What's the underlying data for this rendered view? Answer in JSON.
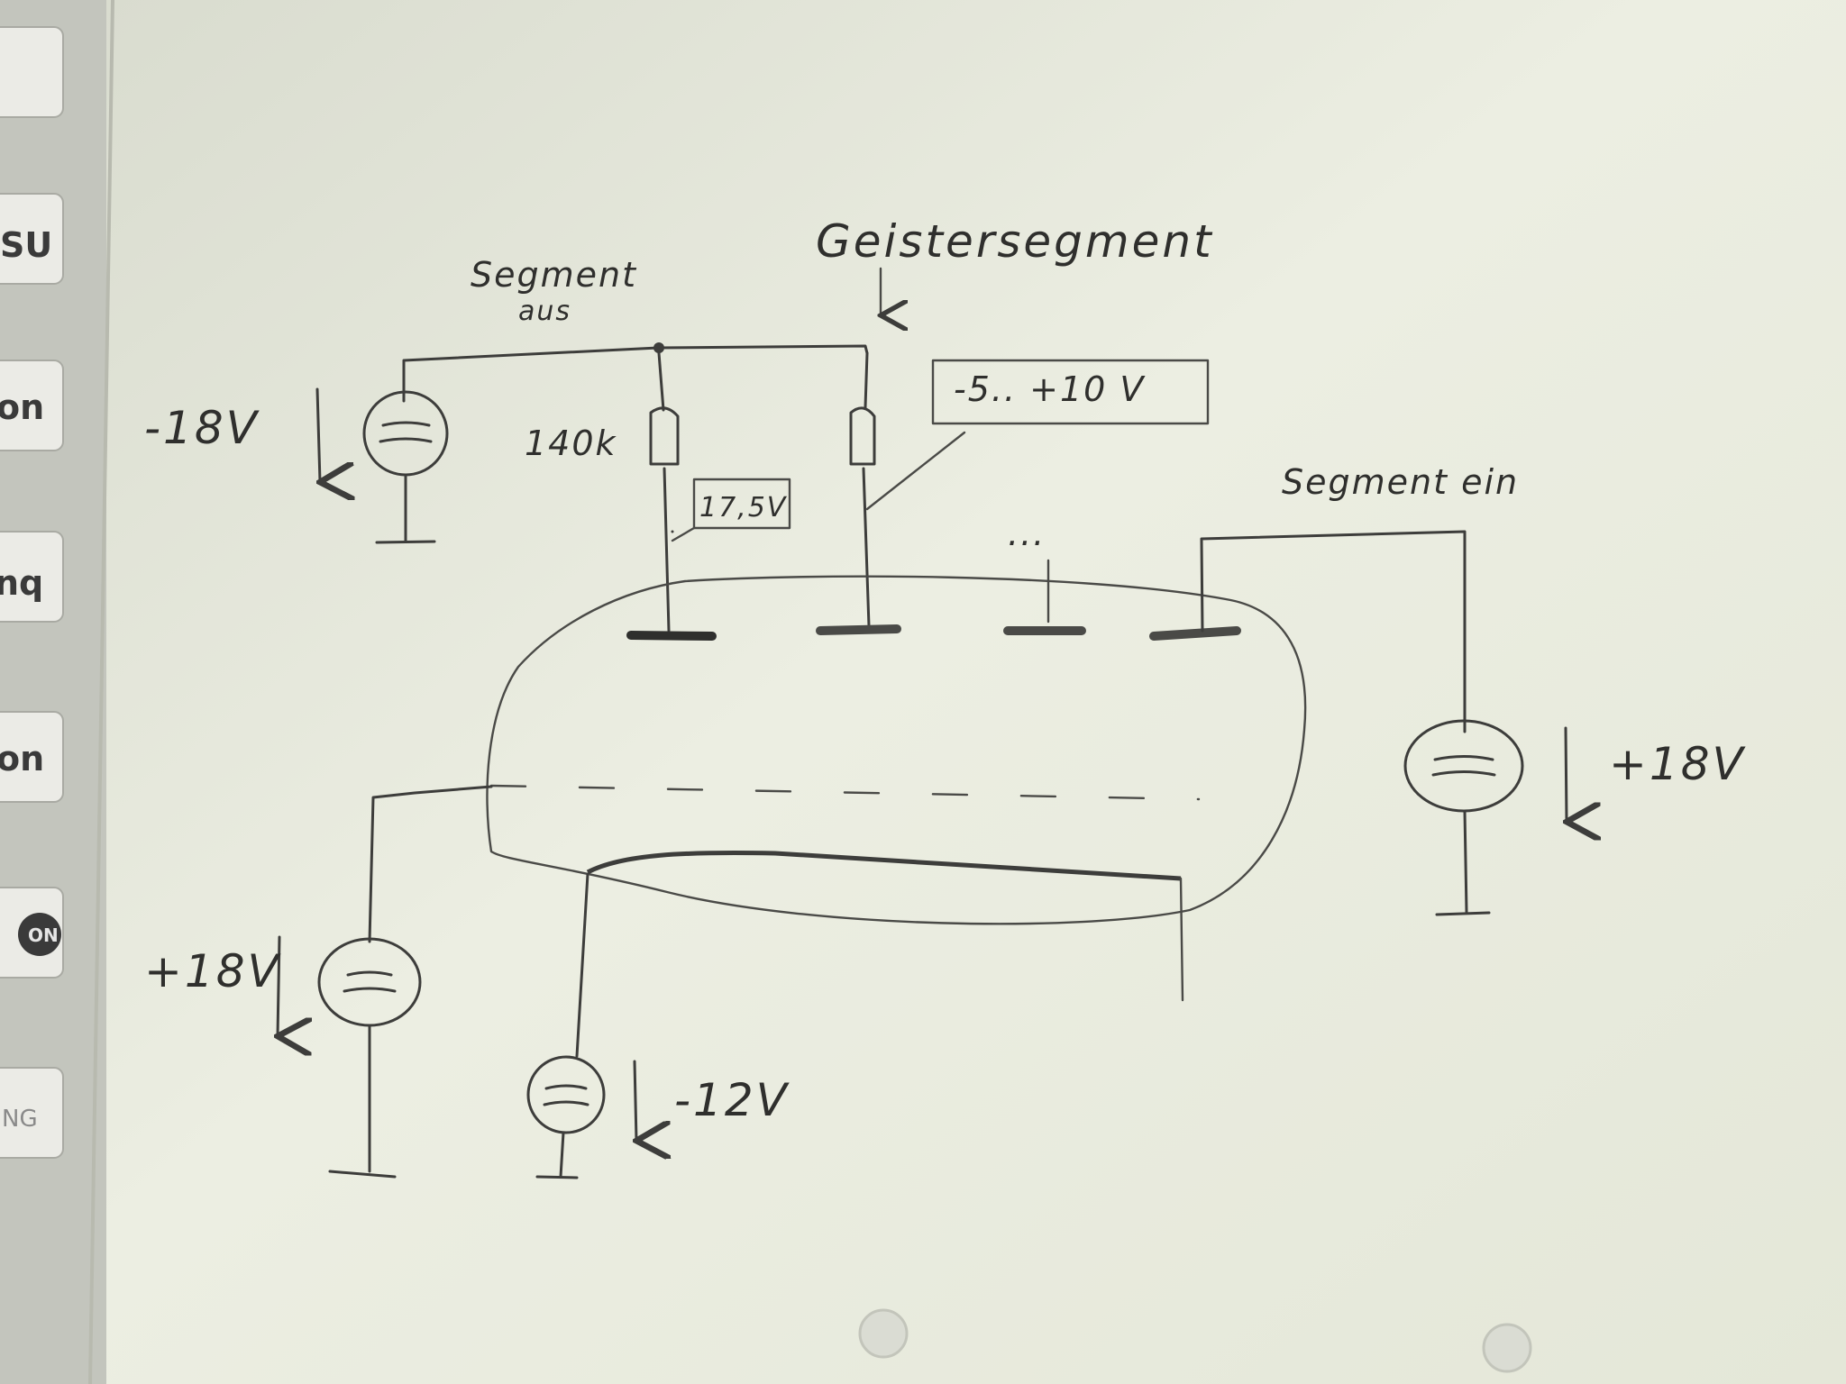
{
  "labels": {
    "segment_off_line1": "Segment",
    "segment_off_line2": "aus",
    "ghost_segment": "Geistersegment",
    "segment_on": "Segment ein",
    "resistor": "140k",
    "voltage_measured": "17,5V",
    "voltage_range": "-5.. +10 V",
    "supply_top_left": "-18V",
    "supply_right": "+18V",
    "supply_bottom_left": "+18V",
    "supply_bottom_center": "-12V",
    "dots": "..."
  },
  "binder_tabs": [
    "SU",
    "on",
    "nq",
    "on",
    "ON",
    "NG"
  ],
  "colors": {
    "paper": "#e9ecdf",
    "pencil": "#3d3d3b",
    "binder": "#c8cac2"
  }
}
